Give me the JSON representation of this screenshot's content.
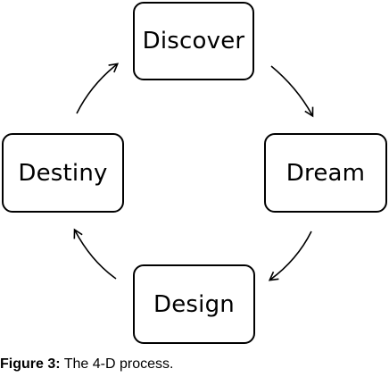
{
  "diagram": {
    "nodes": [
      {
        "id": "discover",
        "label": "Discover"
      },
      {
        "id": "dream",
        "label": "Dream"
      },
      {
        "id": "design",
        "label": "Design"
      },
      {
        "id": "destiny",
        "label": "Destiny"
      }
    ],
    "edges": [
      {
        "from": "discover",
        "to": "dream"
      },
      {
        "from": "dream",
        "to": "design"
      },
      {
        "from": "design",
        "to": "destiny"
      },
      {
        "from": "destiny",
        "to": "discover"
      }
    ]
  },
  "caption": {
    "label": "Figure 3:",
    "text": "The 4-D process."
  }
}
